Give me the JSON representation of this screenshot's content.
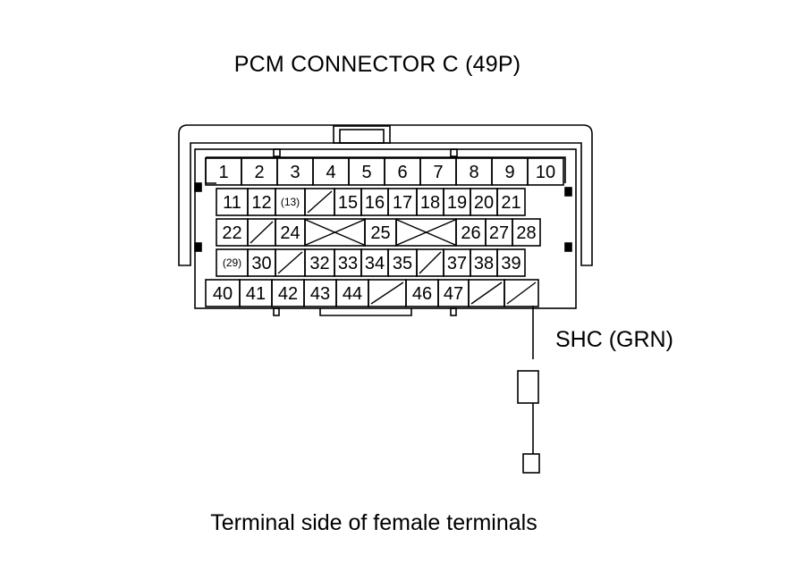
{
  "title": "PCM CONNECTOR C (49P)",
  "caption": "Terminal side of female terminals",
  "wire_label": "SHC (GRN)",
  "connector": {
    "rows": [
      [
        {
          "label": "1",
          "type": "num"
        },
        {
          "label": "2",
          "type": "num"
        },
        {
          "label": "3",
          "type": "num"
        },
        {
          "label": "4",
          "type": "num"
        },
        {
          "label": "5",
          "type": "num"
        },
        {
          "label": "6",
          "type": "num"
        },
        {
          "label": "7",
          "type": "num"
        },
        {
          "label": "8",
          "type": "num"
        },
        {
          "label": "9",
          "type": "num"
        },
        {
          "label": "10",
          "type": "num"
        }
      ],
      [
        {
          "label": "11",
          "type": "num"
        },
        {
          "label": "12",
          "type": "num"
        },
        {
          "label": "(13)",
          "type": "small"
        },
        {
          "label": "",
          "type": "slash"
        },
        {
          "label": "15",
          "type": "num"
        },
        {
          "label": "16",
          "type": "num"
        },
        {
          "label": "17",
          "type": "num"
        },
        {
          "label": "18",
          "type": "num"
        },
        {
          "label": "19",
          "type": "num"
        },
        {
          "label": "20",
          "type": "num"
        },
        {
          "label": "21",
          "type": "num"
        }
      ],
      [
        {
          "label": "22",
          "type": "num"
        },
        {
          "label": "",
          "type": "slash"
        },
        {
          "label": "24",
          "type": "num"
        },
        {
          "label": "",
          "type": "cross"
        },
        {
          "label": "25",
          "type": "num"
        },
        {
          "label": "",
          "type": "cross"
        },
        {
          "label": "26",
          "type": "num"
        },
        {
          "label": "27",
          "type": "num"
        },
        {
          "label": "28",
          "type": "num"
        }
      ],
      [
        {
          "label": "(29)",
          "type": "small"
        },
        {
          "label": "30",
          "type": "num"
        },
        {
          "label": "",
          "type": "slash"
        },
        {
          "label": "32",
          "type": "num"
        },
        {
          "label": "33",
          "type": "num"
        },
        {
          "label": "34",
          "type": "num"
        },
        {
          "label": "35",
          "type": "num"
        },
        {
          "label": "",
          "type": "slash"
        },
        {
          "label": "37",
          "type": "num"
        },
        {
          "label": "38",
          "type": "num"
        },
        {
          "label": "39",
          "type": "num"
        }
      ],
      [
        {
          "label": "40",
          "type": "num"
        },
        {
          "label": "41",
          "type": "num"
        },
        {
          "label": "42",
          "type": "num"
        },
        {
          "label": "43",
          "type": "num"
        },
        {
          "label": "44",
          "type": "num"
        },
        {
          "label": "",
          "type": "slash"
        },
        {
          "label": "46",
          "type": "num"
        },
        {
          "label": "47",
          "type": "num"
        },
        {
          "label": "",
          "type": "slash"
        },
        {
          "label": "",
          "type": "slash"
        }
      ]
    ]
  }
}
